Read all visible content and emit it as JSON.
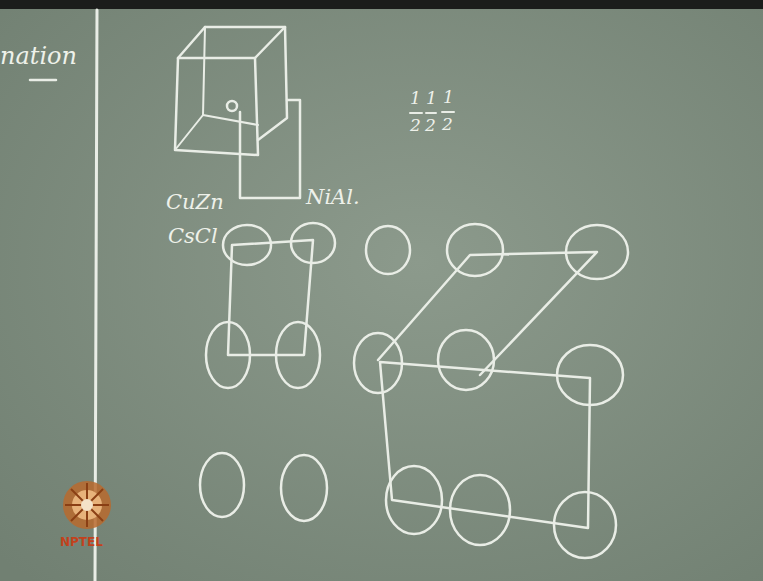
{
  "diagram": {
    "labels": [
      "nation",
      "1",
      "1",
      "1",
      "2",
      "2",
      "2",
      "CuZn",
      "CsCl",
      "NiAl.",
      "NPTEL"
    ]
  }
}
